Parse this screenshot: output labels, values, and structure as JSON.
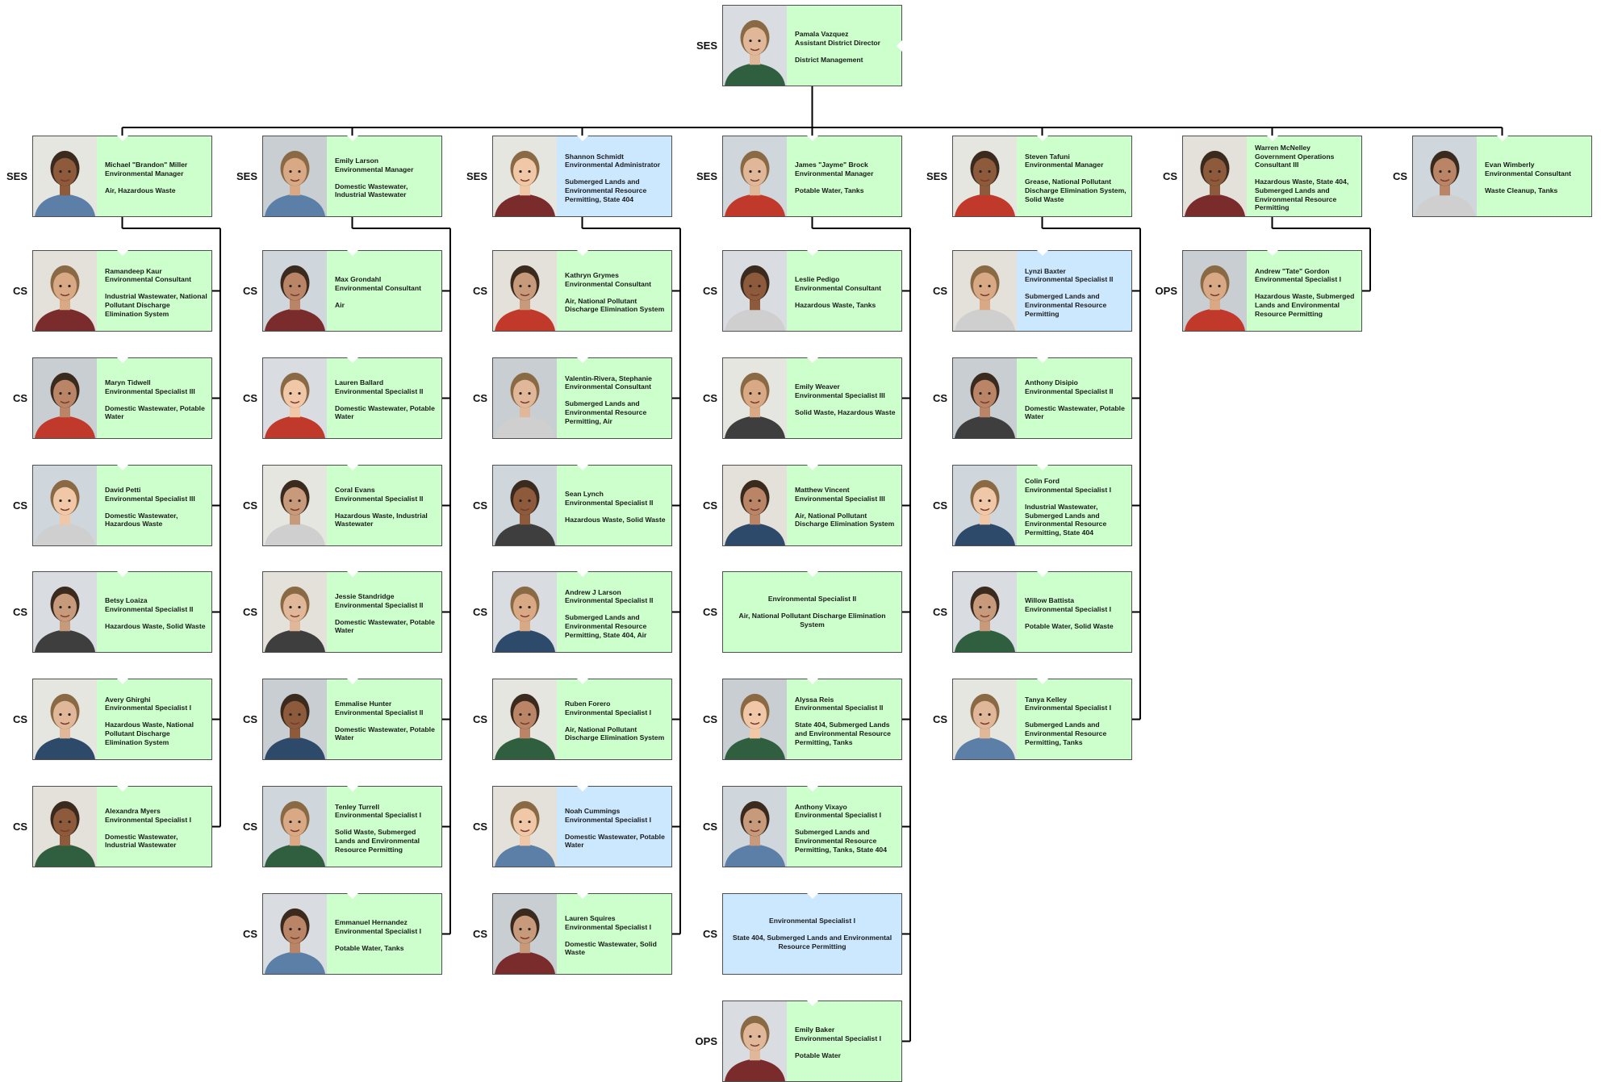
{
  "colors": {
    "green": "#ccffcc",
    "blue": "#cce8ff",
    "border": "#4f4f4f",
    "connector": "#000000"
  },
  "director": {
    "grade": "SES",
    "name": "Pamala Vazquez",
    "title": "Assistant District Director",
    "area": "District Management",
    "color": "green",
    "photo": "portrait-photo"
  },
  "columns": [
    {
      "manager": {
        "grade": "SES",
        "name": "Michael \"Brandon\" Miller",
        "title": "Environmental Manager",
        "area": "Air, Hazardous Waste",
        "color": "green",
        "photo": "portrait-photo"
      },
      "staff": [
        {
          "grade": "CS",
          "name": "Ramandeep Kaur",
          "title": "Environmental Consultant",
          "area": "Industrial Wastewater, National Pollutant Discharge Elimination System",
          "color": "green",
          "photo": "portrait-photo"
        },
        {
          "grade": "CS",
          "name": "Maryn Tidwell",
          "title": "Environmental Specialist III",
          "area": "Domestic Wastewater, Potable Water",
          "color": "green",
          "photo": "portrait-photo"
        },
        {
          "grade": "CS",
          "name": "David Petti",
          "title": "Environmental Specialist III",
          "area": "Domestic Wastewater, Hazardous Waste",
          "color": "green",
          "photo": "portrait-photo"
        },
        {
          "grade": "CS",
          "name": "Betsy Loaiza",
          "title": "Environmental Specialist II",
          "area": "Hazardous Waste, Solid Waste",
          "color": "green",
          "photo": "portrait-photo"
        },
        {
          "grade": "CS",
          "name": "Avery Ghirghi",
          "title": "Environmental Specialist I",
          "area": "Hazardous Waste, National Pollutant Discharge Elimination System",
          "color": "green",
          "photo": "portrait-photo"
        },
        {
          "grade": "CS",
          "name": "Alexandra Myers",
          "title": "Environmental Specialist I",
          "area": "Domestic Wastewater, Industrial Wastewater",
          "color": "green",
          "photo": "portrait-photo"
        }
      ]
    },
    {
      "manager": {
        "grade": "SES",
        "name": "Emily Larson",
        "title": "Environmental Manager",
        "area": "Domestic Wastewater, Industrial Wastewater",
        "color": "green",
        "photo": "portrait-photo"
      },
      "staff": [
        {
          "grade": "CS",
          "name": "Max Grondahl",
          "title": "Environmental Consultant",
          "area": "Air",
          "color": "green",
          "photo": "portrait-photo"
        },
        {
          "grade": "CS",
          "name": "Lauren Ballard",
          "title": "Environmental Specialist II",
          "area": "Domestic Wastewater, Potable Water",
          "color": "green",
          "photo": "portrait-photo"
        },
        {
          "grade": "CS",
          "name": "Coral Evans",
          "title": "Environmental Specialist II",
          "area": "Hazardous Waste, Industrial Wastewater",
          "color": "green",
          "photo": "portrait-photo"
        },
        {
          "grade": "CS",
          "name": "Jessie Standridge",
          "title": "Environmental Specialist II",
          "area": "Domestic Wastewater, Potable Water",
          "color": "green",
          "photo": "portrait-photo"
        },
        {
          "grade": "CS",
          "name": "Emmalise Hunter",
          "title": "Environmental Specialist II",
          "area": "Domestic Wastewater, Potable Water",
          "color": "green",
          "photo": "portrait-photo"
        },
        {
          "grade": "CS",
          "name": "Tenley Turrell",
          "title": "Environmental Specialist I",
          "area": "Solid Waste, Submerged Lands and Environmental Resource Permitting",
          "color": "green",
          "photo": "portrait-photo"
        },
        {
          "grade": "CS",
          "name": "Emmanuel Hernandez",
          "title": "Environmental Specialist I",
          "area": "Potable Water, Tanks",
          "color": "green",
          "photo": "portrait-photo"
        }
      ]
    },
    {
      "manager": {
        "grade": "SES",
        "name": "Shannon Schmidt",
        "title": "Environmental Administrator",
        "area": "Submerged Lands and Environmental Resource Permitting, State 404",
        "color": "blue",
        "photo": "portrait-photo"
      },
      "staff": [
        {
          "grade": "CS",
          "name": "Kathryn Grymes",
          "title": "Environmental Consultant",
          "area": "Air, National Pollutant Discharge Elimination System",
          "color": "green",
          "photo": "portrait-photo"
        },
        {
          "grade": "CS",
          "name": "Valentin-Rivera, Stephanie",
          "title": "Environmental Consultant",
          "area": "Submerged Lands and Environmental Resource Permitting, Air",
          "color": "green",
          "photo": "portrait-photo"
        },
        {
          "grade": "CS",
          "name": "Sean Lynch",
          "title": "Environmental Specialist II",
          "area": "Hazardous Waste, Solid Waste",
          "color": "green",
          "photo": "portrait-photo"
        },
        {
          "grade": "CS",
          "name": "Andrew J Larson",
          "title": "Environmental Specialist II",
          "area": "Submerged Lands and Environmental Resource Permitting, State 404, Air",
          "color": "green",
          "photo": "portrait-photo"
        },
        {
          "grade": "CS",
          "name": "Ruben Forero",
          "title": "Environmental Specialist I",
          "area": "Air, National Pollutant Discharge Elimination System",
          "color": "green",
          "photo": "portrait-photo"
        },
        {
          "grade": "CS",
          "name": "Noah Cummings",
          "title": "Environmental Specialist I",
          "area": "Domestic Wastewater, Potable Water",
          "color": "blue",
          "photo": "portrait-photo"
        },
        {
          "grade": "CS",
          "name": "Lauren Squires",
          "title": "Environmental Specialist I",
          "area": "Domestic Wastewater, Solid Waste",
          "color": "green",
          "photo": "portrait-photo"
        }
      ]
    },
    {
      "manager": {
        "grade": "SES",
        "name": "James \"Jayme\" Brock",
        "title": "Environmental Manager",
        "area": "Potable Water, Tanks",
        "color": "green",
        "photo": "portrait-photo"
      },
      "staff": [
        {
          "grade": "CS",
          "name": "Leslie Pedigo",
          "title": "Environmental Consultant",
          "area": "Hazardous Waste, Tanks",
          "color": "green",
          "photo": "portrait-photo"
        },
        {
          "grade": "CS",
          "name": "Emily Weaver",
          "title": "Environmental Specialist III",
          "area": "Solid Waste, Hazardous Waste",
          "color": "green",
          "photo": "portrait-photo"
        },
        {
          "grade": "CS",
          "name": "Matthew Vincent",
          "title": "Environmental Specialist III",
          "area": "Air, National Pollutant Discharge Elimination System",
          "color": "green",
          "photo": "portrait-photo"
        },
        {
          "grade": "CS",
          "name": "",
          "title": "Environmental Specialist II",
          "area": "Air, National Pollutant Discharge Elimination System",
          "color": "green",
          "photo": "",
          "vacant": true
        },
        {
          "grade": "CS",
          "name": "Alyssa Reis",
          "title": "Environmental Specialist II",
          "area": "State 404, Submerged Lands and Environmental Resource Permitting, Tanks",
          "color": "green",
          "photo": "portrait-photo"
        },
        {
          "grade": "CS",
          "name": "Anthony Vixayo",
          "title": "Environmental Specialist I",
          "area": "Submerged Lands and Environmental Resource Permitting, Tanks, State 404",
          "color": "green",
          "photo": "portrait-photo"
        },
        {
          "grade": "CS",
          "name": "",
          "title": "Environmental Specialist I",
          "area": "State 404, Submerged Lands and Environmental Resource Permitting",
          "color": "blue",
          "photo": "",
          "vacant": true
        },
        {
          "grade": "OPS",
          "name": "Emily Baker",
          "title": "Environmental Specialist I",
          "area": "Potable Water",
          "color": "green",
          "photo": "portrait-photo"
        }
      ]
    },
    {
      "manager": {
        "grade": "SES",
        "name": "Steven Tafuni",
        "title": "Environmental Manager",
        "area": "Grease, National Pollutant Discharge Elimination System, Solid Waste",
        "color": "green",
        "photo": "portrait-photo"
      },
      "staff": [
        {
          "grade": "CS",
          "name": "Lynzi Baxter",
          "title": "Environmental Specialist II",
          "area": "Submerged Lands and Environmental Resource Permitting",
          "color": "blue",
          "photo": "portrait-photo"
        },
        {
          "grade": "CS",
          "name": "Anthony Disipio",
          "title": "Environmental Specialist II",
          "area": "Domestic Wastewater, Potable Water",
          "color": "green",
          "photo": "portrait-photo"
        },
        {
          "grade": "CS",
          "name": "Colin Ford",
          "title": "Environmental Specialist I",
          "area": "Industrial Wastewater, Submerged Lands and Environmental Resource Permitting, State 404",
          "color": "green",
          "photo": "portrait-photo"
        },
        {
          "grade": "CS",
          "name": "Willow Battista",
          "title": "Environmental Specialist I",
          "area": "Potable Water, Solid Waste",
          "color": "green",
          "photo": "portrait-photo"
        },
        {
          "grade": "CS",
          "name": "Tanya Kelley",
          "title": "Environmental Specialist I",
          "area": "Submerged Lands and Environmental Resource Permitting, Tanks",
          "color": "green",
          "photo": "portrait-photo"
        }
      ]
    },
    {
      "manager": {
        "grade": "CS",
        "name": "Warren McNelley",
        "title": "Government Operations Consultant III",
        "area": "Hazardous Waste, State 404, Submerged Lands and Environmental Resource Permitting",
        "color": "green",
        "photo": "portrait-photo"
      },
      "staff": [
        {
          "grade": "OPS",
          "name": "Andrew \"Tate\" Gordon",
          "title": "Environmental Specialist I",
          "area": "Hazardous Waste, Submerged Lands and Environmental Resource Permitting",
          "color": "green",
          "photo": "portrait-photo"
        }
      ]
    },
    {
      "manager": {
        "grade": "CS",
        "name": "Evan Wimberly",
        "title": "Environmental Consultant",
        "area": "Waste Cleanup, Tanks",
        "color": "green",
        "photo": "portrait-photo"
      },
      "staff": []
    }
  ]
}
